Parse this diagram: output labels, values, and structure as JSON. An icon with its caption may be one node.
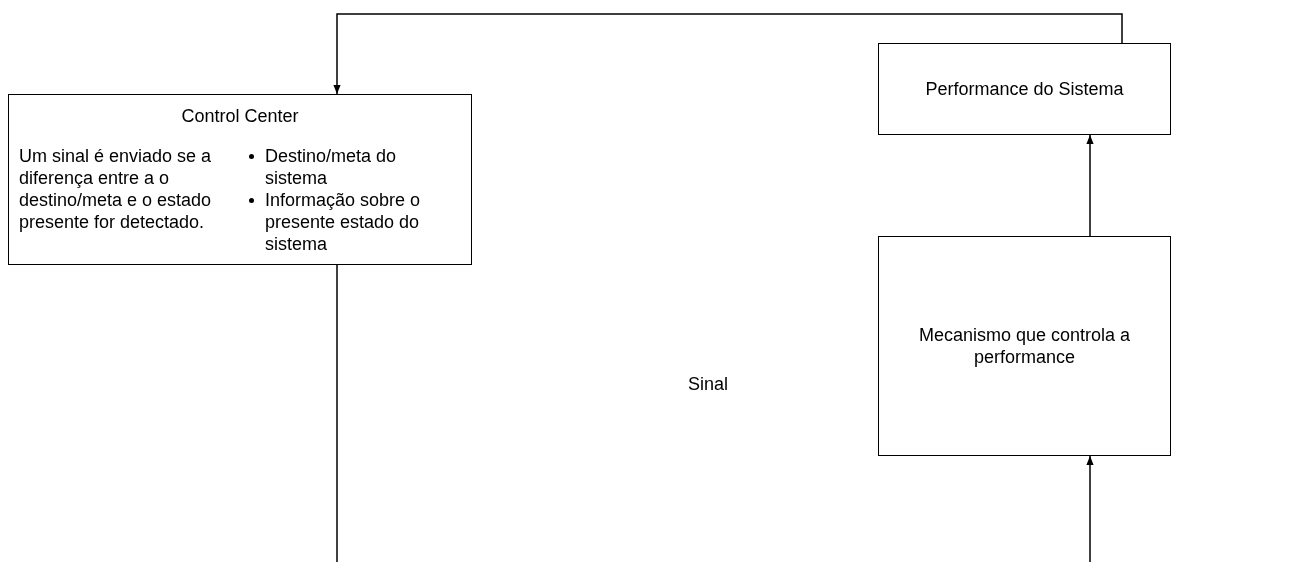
{
  "diagram": {
    "nodes": [
      {
        "text": [
          "Control Center",
          "Um sinal é enviado se a diferença entre a o destino/meta e o estado presente for detectado.",
          "Destino/meta do sistema",
          "Informação sobre o presente estado do sistema"
        ]
      },
      {
        "text": [
          "Performance do Sistema"
        ]
      },
      {
        "text": [
          "Mecanismo que controla a performance"
        ]
      }
    ],
    "edges": [
      {
        "from": 1,
        "to": 0,
        "arrow": "to"
      },
      {
        "from": 2,
        "to": 1,
        "arrow": "to"
      },
      {
        "from": 0,
        "to": null,
        "arrow": "none"
      },
      {
        "from": null,
        "to": 2,
        "arrow": "to"
      }
    ],
    "labels": [
      "Sinal"
    ]
  }
}
